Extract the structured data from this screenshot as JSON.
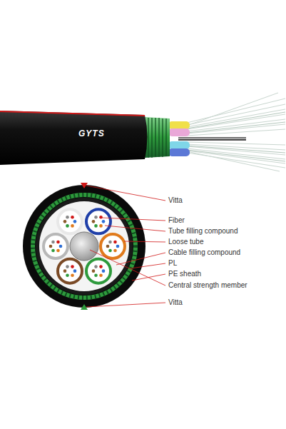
{
  "diagram": {
    "labels": [
      "GYTS",
      "Vitta",
      "Fiber",
      "Tube filling compound",
      "Loose tube",
      "Cable filling compound",
      "PL",
      "PE sheath",
      "Central strength member",
      "Vitta"
    ]
  }
}
